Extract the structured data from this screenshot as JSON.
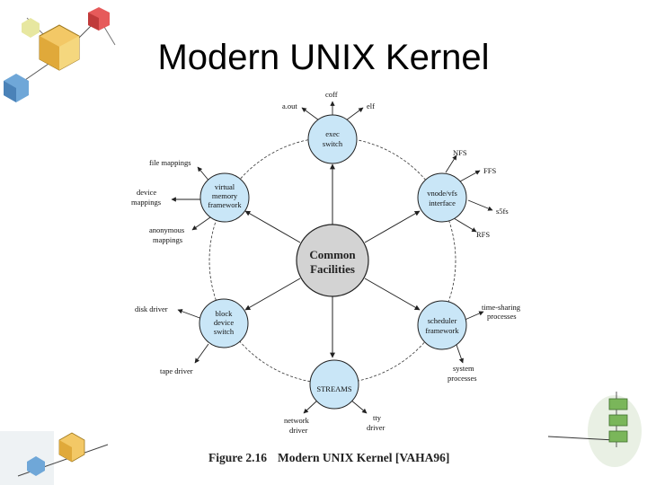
{
  "slide": {
    "title": "Modern UNIX Kernel"
  },
  "diagram": {
    "center": {
      "lines": [
        "Common",
        "Facilities"
      ]
    },
    "nodes": {
      "exec": {
        "lines": [
          "exec",
          "switch"
        ]
      },
      "vnode": {
        "lines": [
          "vnode/vfs",
          "interface"
        ]
      },
      "scheduler": {
        "lines": [
          "scheduler",
          "framework"
        ]
      },
      "streams": {
        "lines": [
          "STREAMS"
        ]
      },
      "block": {
        "lines": [
          "block",
          "device",
          "switch"
        ]
      },
      "vm": {
        "lines": [
          "virtual",
          "memory",
          "framework"
        ]
      }
    },
    "leaves": {
      "coff": "coff",
      "aout": "a.out",
      "elf": "elf",
      "nfs": "NFS",
      "ffs": "FFS",
      "s5fs": "s5fs",
      "rfs": "RFS",
      "timesharing": [
        "time-sharing",
        "processes"
      ],
      "system": [
        "system",
        "processes"
      ],
      "tty": [
        "tty",
        "driver"
      ],
      "network": [
        "network",
        "driver"
      ],
      "tape": "tape driver",
      "disk": "disk driver",
      "anon": [
        "anonymous",
        "mappings"
      ],
      "device": [
        "device",
        "mappings"
      ],
      "file": "file mappings"
    },
    "colors": {
      "node_fill": "#c9e6f7",
      "center_fill": "#d3d3d3",
      "stroke": "#222222"
    }
  },
  "caption": {
    "figure": "Figure 2.16",
    "text": "Modern UNIX Kernel [VAHA96]"
  }
}
